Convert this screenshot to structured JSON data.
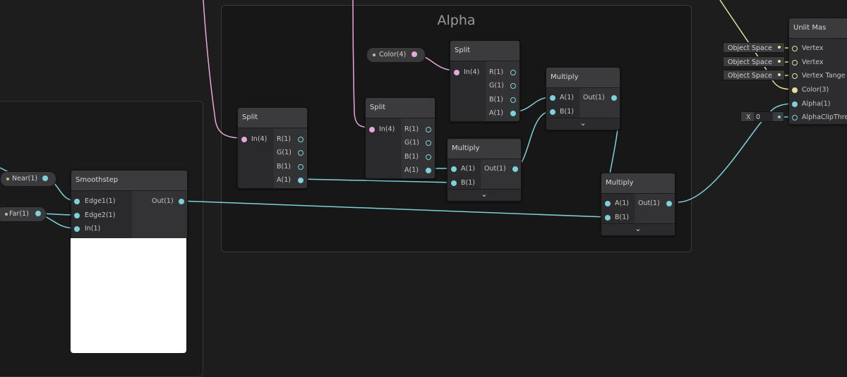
{
  "group": {
    "title": "Alpha"
  },
  "properties": {
    "near": "Near(1)",
    "far": "Far(1)",
    "color": "Color(4)"
  },
  "nodes": {
    "smoothstep": {
      "title": "Smoothstep",
      "inputs": [
        "Edge1(1)",
        "Edge2(1)",
        "In(1)"
      ],
      "output": "Out(1)"
    },
    "split1": {
      "title": "Split",
      "input": "In(4)",
      "outputs": [
        "R(1)",
        "G(1)",
        "B(1)",
        "A(1)"
      ]
    },
    "split2": {
      "title": "Split",
      "input": "In(4)",
      "outputs": [
        "R(1)",
        "G(1)",
        "B(1)",
        "A(1)"
      ]
    },
    "split3": {
      "title": "Split",
      "input": "In(4)",
      "outputs": [
        "R(1)",
        "G(1)",
        "B(1)",
        "A(1)"
      ]
    },
    "multiply1": {
      "title": "Multiply",
      "inputs": [
        "A(1)",
        "B(1)"
      ],
      "output": "Out(1)",
      "chevron": "⌄"
    },
    "multiply2": {
      "title": "Multiply",
      "inputs": [
        "A(1)",
        "B(1)"
      ],
      "output": "Out(1)",
      "chevron": "⌄"
    },
    "multiply3": {
      "title": "Multiply",
      "inputs": [
        "A(1)",
        "B(1)"
      ],
      "output": "Out(1)",
      "chevron": "⌄"
    },
    "master": {
      "title": "Unlit Mas",
      "ports": [
        "Vertex",
        "Vertex",
        "Vertex Tange",
        "Color(3)",
        "Alpha(1)",
        "AlphaClipThre"
      ],
      "space_fields": [
        "Object Space",
        "Object Space",
        "Object Space"
      ],
      "clip_axis": "X",
      "clip_value": "0"
    }
  },
  "colors": {
    "float_wire": "#7fd0d8",
    "vector4_wire": "#e8a7d8",
    "vector3_wire": "#e7de9e"
  }
}
